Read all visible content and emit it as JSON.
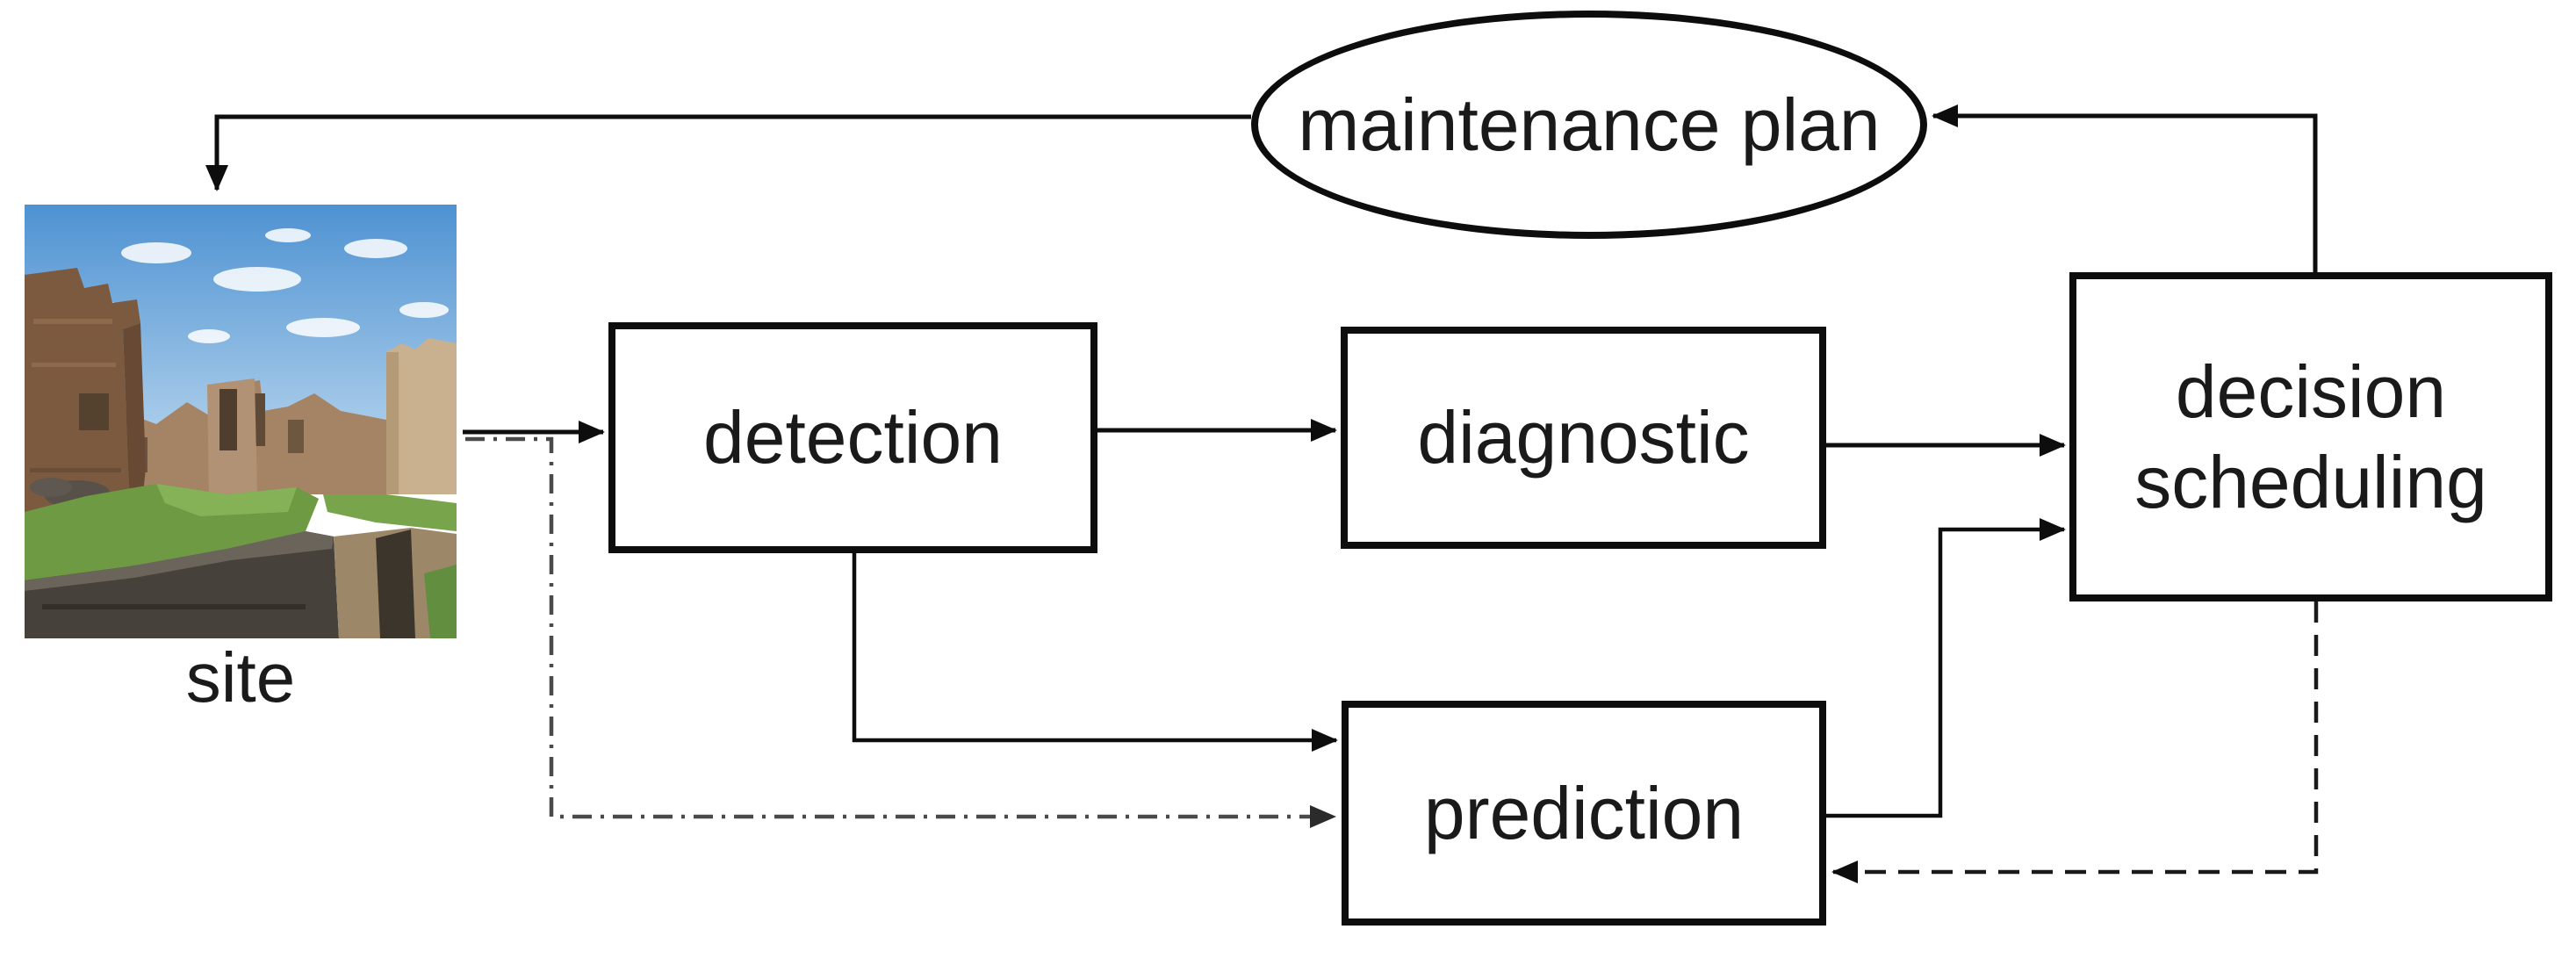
{
  "figure": {
    "background_color": "#ffffff",
    "line_color": "#0d0d0d",
    "dashdot_color": "#4a4a4a",
    "text_color": "#1a1a1a"
  },
  "nodes": {
    "site": {
      "label": "site",
      "type": "image-node"
    },
    "detection": {
      "label": "detection",
      "type": "process-box"
    },
    "diagnostic": {
      "label": "diagnostic",
      "type": "process-box"
    },
    "prediction": {
      "label": "prediction",
      "type": "process-box"
    },
    "decision_scheduling": {
      "label": "decision scheduling",
      "type": "process-box"
    },
    "maintenance_plan": {
      "label": "maintenance plan",
      "type": "ellipse"
    }
  },
  "edges": [
    {
      "from": "site",
      "to": "detection",
      "style": "solid-arrow"
    },
    {
      "from": "detection",
      "to": "diagnostic",
      "style": "solid-arrow"
    },
    {
      "from": "diagnostic",
      "to": "decision_scheduling",
      "style": "solid-arrow"
    },
    {
      "from": "detection",
      "to": "prediction",
      "style": "solid-arrow"
    },
    {
      "from": "prediction",
      "to": "decision_scheduling",
      "style": "solid-arrow"
    },
    {
      "from": "decision_scheduling",
      "to": "maintenance_plan",
      "style": "solid-arrow"
    },
    {
      "from": "maintenance_plan",
      "to": "site",
      "style": "solid-arrow"
    },
    {
      "from": "site",
      "to": "prediction",
      "style": "dash-dot-arrow"
    },
    {
      "from": "decision_scheduling",
      "to": "prediction",
      "style": "dashed-arrow"
    }
  ],
  "site_photo": {
    "alt": "ancient brick ruins under a blue sky with clouds, green grass and a dark stone wall in the foreground"
  }
}
